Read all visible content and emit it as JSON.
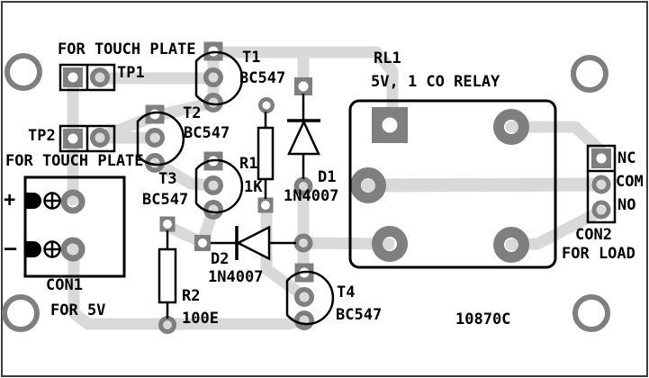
{
  "meta": {
    "title": "PCB component layout diagram",
    "board_code": "10870C"
  },
  "colors": {
    "background": "#ffffff",
    "trace": "#d9d9d9",
    "pad": "#7f7f7f",
    "silkscreen": "#000000"
  },
  "labels": {
    "touch_plate_top": "FOR TOUCH PLATE",
    "touch_plate_left": "FOR TOUCH PLATE",
    "tp1": "TP1",
    "tp2": "TP2",
    "t1": {
      "ref": "T1",
      "part": "BC547"
    },
    "t2": {
      "ref": "T2",
      "part": "BC547"
    },
    "t3": {
      "ref": "T3",
      "part": "BC547"
    },
    "t4": {
      "ref": "T4",
      "part": "BC547"
    },
    "r1": {
      "ref": "R1",
      "value": "1K"
    },
    "r2": {
      "ref": "R2",
      "value": "100E"
    },
    "d1": {
      "ref": "D1",
      "part": "1N4007"
    },
    "d2": {
      "ref": "D2",
      "part": "1N4007"
    },
    "relay": {
      "ref": "RL1",
      "desc": "5V, 1 CO RELAY"
    },
    "con1": {
      "ref": "CON1",
      "desc": "FOR 5V",
      "plus": "+",
      "minus": "–"
    },
    "con2": {
      "ref": "CON2",
      "desc": "FOR LOAD",
      "pins": [
        "NC",
        "COM",
        "NO"
      ]
    },
    "board_code": "10870C"
  }
}
